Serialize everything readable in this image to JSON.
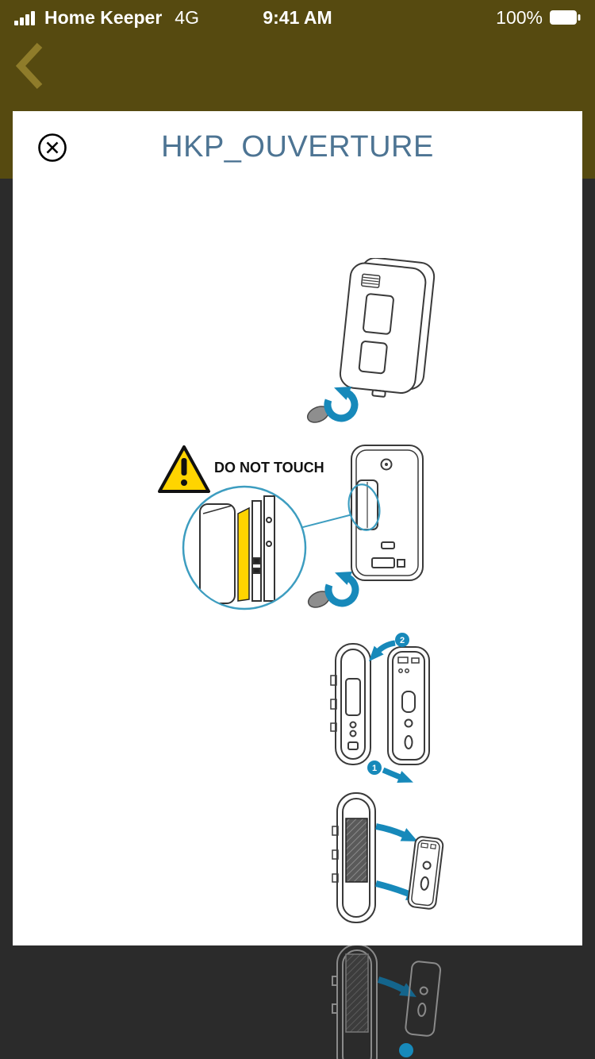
{
  "colors": {
    "chrome_olive": "#564A10",
    "accent_blue": "#1789BA",
    "dim_blue": "#14658C",
    "warning_yellow": "#FFD400",
    "title_color": "#4D7493",
    "scrim_bg": "#2B2B2B"
  },
  "status_bar": {
    "carrier": "Home Keeper",
    "network": "4G",
    "time": "9:41 AM",
    "battery_percent": "100%"
  },
  "nav": {
    "back_icon": "chevron-left"
  },
  "viewer": {
    "title": "HKP_OUVERTURE",
    "close_icon": "circle-x"
  },
  "document": {
    "warning_label": "DO NOT TOUCH",
    "steps": {
      "badge_2": "2",
      "badge_1": "1"
    }
  }
}
